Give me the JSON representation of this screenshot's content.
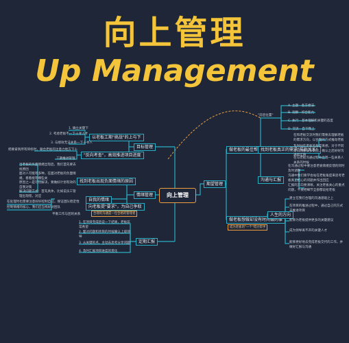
{
  "header": {
    "title_cn": "向上管理",
    "title_en": "Up Management"
  },
  "colors": {
    "background": "#1e2637",
    "title": "#f4c43a",
    "line": "#2ab0c6",
    "accent": "#f0a040"
  },
  "central": "向上管理",
  "left": {
    "target": {
      "label": "目标管理",
      "child1": "以老板工期\"挑战\"的上与下",
      "child1_leaves": [
        "1. 确立关键下",
        "2. 考虑老板不一下十寻人才",
        "3. 与绩效无法关系一下十寻人"
      ],
      "child2": "\"反向考查\"，高效推进项目进度",
      "child2_leaves": [
        "把要拿到所有目标时，联合老板的注意力地方下十",
        "工期推进管理"
      ]
    },
    "emotion": {
      "label": "情绪管理",
      "child1": "找到老板出现负面情绪的原因",
      "child1_para": [
        "当老板的负面情绪出现后，我们首先要去找原因",
        "面对人可能有多种，在面对老板的负面情绪，看看能有哪些关",
        "原因之一是可以解决，要做好计划有效的自我对策",
        "解决问题方式：首先具体，比如说员工管理出现错，对应"
      ],
      "child2": "自我的情绪",
      "child2_leaves": [
        "在处理时也需要注意好好控制自己，保证团队稳定性",
        "控制情绪的核心，我们应当找好对团队"
      ],
      "child3": "向老板提\"要求\"，为自己争取",
      "child3_leaves": [
        "平衡工作与团的关系"
      ],
      "note": "合理的沟通是一位合格的管理者"
    },
    "expectation": {
      "label": "定期汇报",
      "leaves": [
        "1. 在项目完成后说一下结果，老板非常希望",
        "2. 面对问题和项目的时候确认上级领导",
        "3. 从关键的点，主动去思考分享问题",
        "4. 及时汇报项目进度的变化"
      ]
    }
  },
  "right": {
    "expectation": {
      "label": "期望管理",
      "topA": "做老板的最佳帮手",
      "topA_leaves": [
        "A. 主题 - 各方想法",
        "B. 观察 - 综合能力",
        "C. 执行 - 基本理解和关键的态度",
        "D. 交流 - 自下而上"
      ],
      "topA_center": "\"前后位置\"",
      "topB": "找到老板真正的需求\"前后关系\"",
      "topB_paras": [
        "在和老板交流时我们需要去理解老板的需求方向，以合理的方式推动老板",
        "及时站在老板的角度来想，对于不同方向的想法多次想，确认之后好好沟通再实践",
        "在与老板沟通过程中出现一些关系人关系的时候"
      ],
      "topC": "沟通与汇报",
      "topC_paras": [
        "在沟通过程中要注意老板情绪反馈的同时及时调整",
        "沟通中我们要学会站在老板角度来思考老板真正担心的问题并作出回应",
        "汇报的方向要清晰，关注老板关心的重点问题，不要把细节全部都说给老板"
      ]
    },
    "relation": {
      "label": "做老板想做却没有时间做的事",
      "note": "成为老板的\"一个\"得力帮手",
      "child": "人生的方向",
      "leaves": [
        "建立在我们合理的沟通基础之上",
        "在项目的推进过程中，通过自己的方式去推进项目",
        "能够为老板提供更多的关键建议",
        "成为领导离不开的关键人才",
        "能够更好地去完成老板交代的工作，并做好汇报与沟通"
      ]
    }
  }
}
